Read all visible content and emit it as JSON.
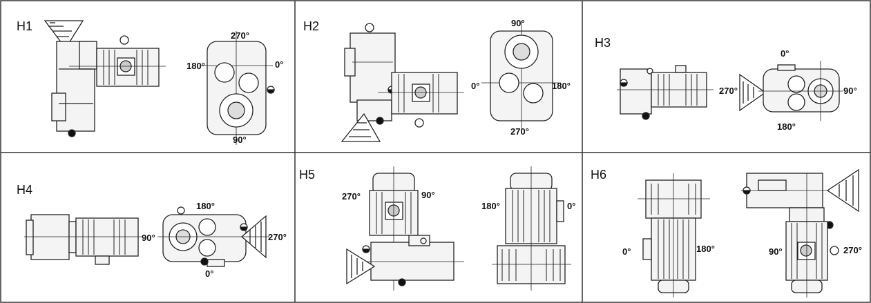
{
  "panels": [
    {
      "id": "H1",
      "angles": {
        "top": "270°",
        "left": "180°",
        "right": "0°",
        "bottom": "90°"
      }
    },
    {
      "id": "H2",
      "angles": {
        "top": "90°",
        "left": "0°",
        "right": "180°",
        "bottom": "270°"
      }
    },
    {
      "id": "H3",
      "angles": {
        "top": "0°",
        "left": "270°",
        "right": "90°",
        "bottom": "180°"
      }
    },
    {
      "id": "H4",
      "angles": {
        "top": "180°",
        "left": "90°",
        "right": "270°",
        "bottom": "0°"
      }
    },
    {
      "id": "H5",
      "angles": {
        "a": "270°",
        "b": "90°",
        "c": "180°",
        "d": "0°"
      }
    },
    {
      "id": "H6",
      "angles": {
        "a": "0°",
        "b": "180°",
        "c": "90°",
        "d": "270°"
      }
    }
  ],
  "colors": {
    "line": "#222222",
    "border": "#333333",
    "fill": "#f2f2f2"
  }
}
